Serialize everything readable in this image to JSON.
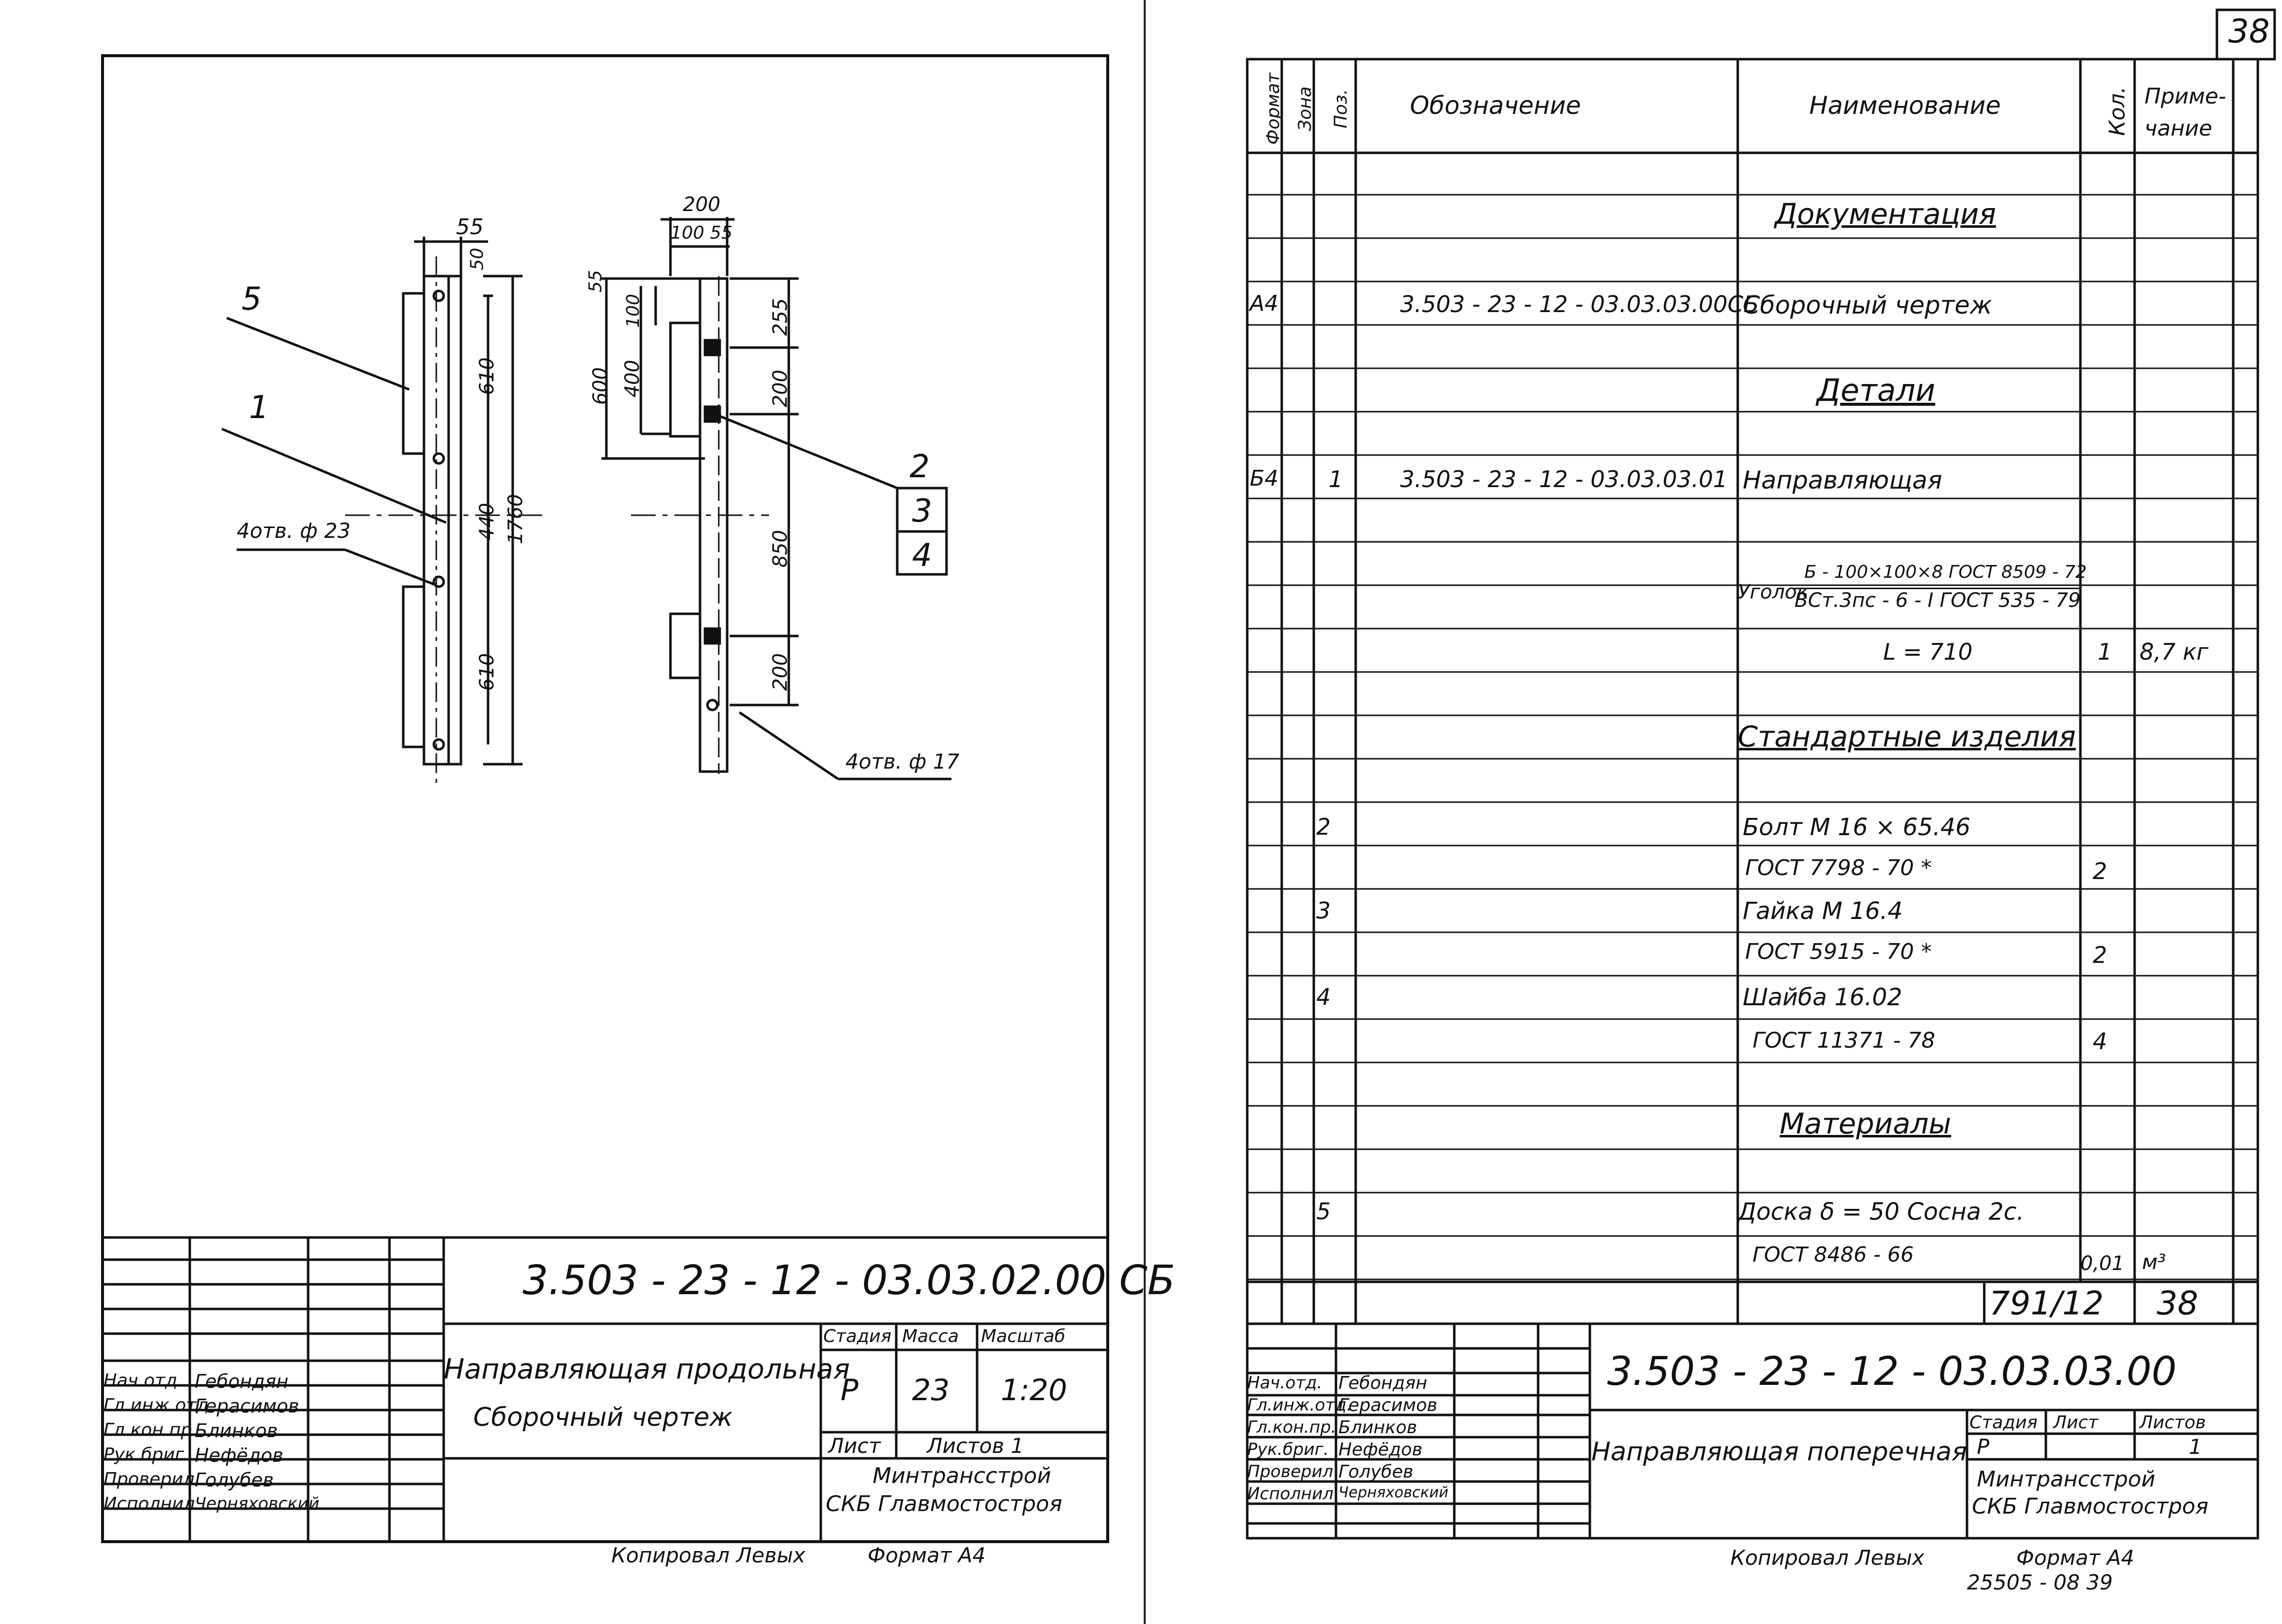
{
  "page_number_top": "38",
  "left": {
    "dims": {
      "d55": "55",
      "d50": "50",
      "d610a": "610",
      "d440": "440",
      "d1760": "1760",
      "d610b": "610",
      "d200": "200",
      "d100_55": "100 55",
      "d55b": "55",
      "d100": "100",
      "d400": "400",
      "d600": "600",
      "d255": "255",
      "d200a": "200",
      "d850": "850",
      "d200b": "200"
    },
    "callouts": {
      "c5": "5",
      "c1": "1",
      "c2": "2",
      "c3": "3",
      "c4": "4"
    },
    "hole_note_1": "4отв. ф 23",
    "hole_note_2": "4отв. ф 17",
    "title_block": {
      "designation": "3.503 - 23 - 12 - 03.03.02.00 СБ",
      "name_line1": "Направляющая продольная",
      "name_line2": "Сборочный   чертеж",
      "col_stage": "Стадия",
      "col_mass": "Масса",
      "col_scale": "Масштаб",
      "stage": "Р",
      "mass": "23",
      "scale": "1:20",
      "sheet": "Лист",
      "sheets": "Листов 1",
      "org_line1": "Минтрансстрой",
      "org_line2": "СКБ Главмостостроя",
      "roles": [
        "Нач.отд.",
        "Гл.инж.отд.",
        "Гл.кон.пр.",
        "Рук.бриг.",
        "Проверил",
        "Исполнил"
      ],
      "names": [
        "Гебондян",
        "Герасимов",
        "Блинков",
        "Нефёдов",
        "Голубев",
        "Черняховский"
      ]
    },
    "copied_by": "Копировал  Левых",
    "format": "Формат А4"
  },
  "right": {
    "headers": {
      "format": "Формат",
      "zone": "Зона",
      "pos": "Поз.",
      "designation": "Обозначение",
      "name": "Наименование",
      "qty": "Кол.",
      "note_l1": "Приме-",
      "note_l2": "чание"
    },
    "sections": {
      "documentation": "Документация",
      "details": "Детали",
      "standard": "Стандартные  изделия",
      "materials": "Материалы"
    },
    "rows": {
      "r1_format": "А4",
      "r1_designation": "3.503 - 23 - 12 - 03.03.03.00СБ",
      "r1_name": "Сборочный      чертеж",
      "r2_format": "Б4",
      "r2_pos": "1",
      "r2_designation": "3.503 - 23 - 12 - 03.03.03.01",
      "r2_name": "Направляющая",
      "angle_label": "Уголок",
      "angle_top": "Б - 100×100×8 ГОСТ 8509 - 72",
      "angle_bottom": "ВСт.3пс - 6 - I  ГОСТ 535 - 79",
      "length": "L = 710",
      "length_qty": "1",
      "length_note": "8,7 кг",
      "bolt_pos": "2",
      "bolt": "Болт   М 16 × 65.46",
      "bolt_gost": "ГОСТ    7798 - 70 *",
      "bolt_qty": "2",
      "nut_pos": "3",
      "nut": "Гайка   М 16.4",
      "nut_gost": "ГОСТ    5915 - 70 *",
      "nut_qty": "2",
      "washer_pos": "4",
      "washer": "Шайба   16.02",
      "washer_gost": "ГОСТ   11371 - 78",
      "washer_qty": "4",
      "board_pos": "5",
      "board": "Доска  δ = 50   Сосна 2с.",
      "board_gost": "ГОСТ  8486 - 66",
      "board_qty": "0,01",
      "board_note": "м³"
    },
    "inventory": "791/12",
    "sheet_no": "38",
    "title_block": {
      "designation": "3.503 - 23 - 12 - 03.03.03.00",
      "name": "Направляющая поперечная",
      "col_stage": "Стадия",
      "col_sheet": "Лист",
      "col_sheets": "Листов",
      "stage": "Р",
      "sheets": "1",
      "org_line1": "Минтрансстрой",
      "org_line2": "СКБ Главмостостроя",
      "roles": [
        "Нач.отд.",
        "Гл.инж.отд.",
        "Гл.кон.пр.",
        "Рук.бриг.",
        "Проверил",
        "Исполнил"
      ],
      "names": [
        "Гебондян",
        "Герасимов",
        "Блинков",
        "Нефёдов",
        "Голубев",
        "Черняховский"
      ]
    },
    "copied_by": "Копировал  Левых",
    "format": "Формат А4",
    "stamp_number": "25505 - 08   39"
  }
}
